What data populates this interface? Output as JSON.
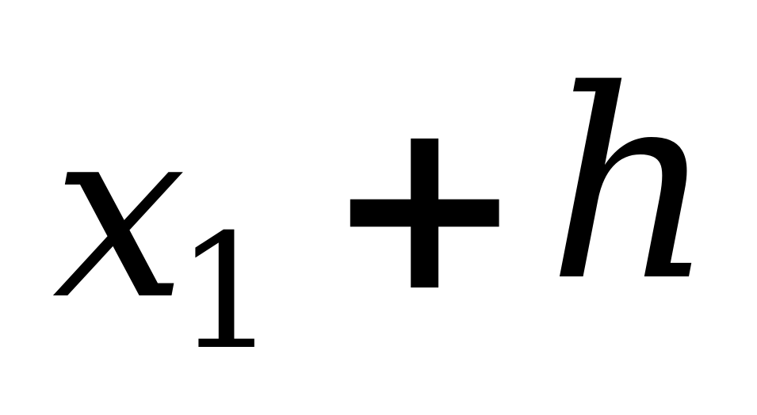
{
  "expression": {
    "variable": "x",
    "subscript": "1",
    "operator": "+",
    "term": "h"
  }
}
